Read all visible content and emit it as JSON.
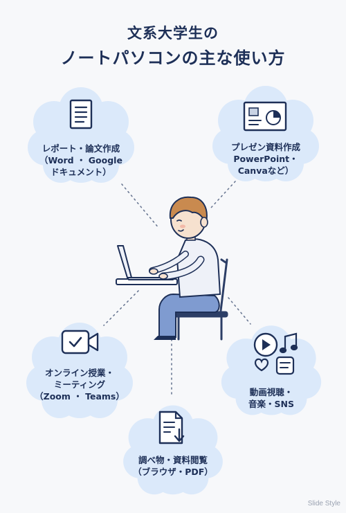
{
  "title": {
    "line1": "文系大学生の",
    "line2": "ノートパソコンの主な使い方"
  },
  "items": [
    {
      "icon": "document-icon",
      "lines": [
        "レポート・論文作成",
        "（Word ・ Google",
        "ドキュメント）"
      ]
    },
    {
      "icon": "presentation-icon",
      "lines": [
        "プレゼン資料作成",
        "PowerPoint・",
        "Canvaなど）"
      ]
    },
    {
      "icon": "video-camera-icon",
      "lines": [
        "オンライン授業・",
        "ミーティング",
        "（Zoom ・ Teams）"
      ]
    },
    {
      "icon": "media-icons",
      "lines": [
        "動画視聴・",
        "音楽・SNS"
      ]
    },
    {
      "icon": "file-download-icon",
      "lines": [
        "調べ物・資料閲覧",
        "（ブラウザ・PDF）"
      ]
    }
  ],
  "colors": {
    "cloud": "#dbe9fa",
    "ink": "#1d2f57",
    "shirt": "#eef1f8",
    "pants": "#7f9bd0",
    "hair": "#c98a4f",
    "chair": "#2c3e66"
  },
  "watermark": "Slide Style"
}
